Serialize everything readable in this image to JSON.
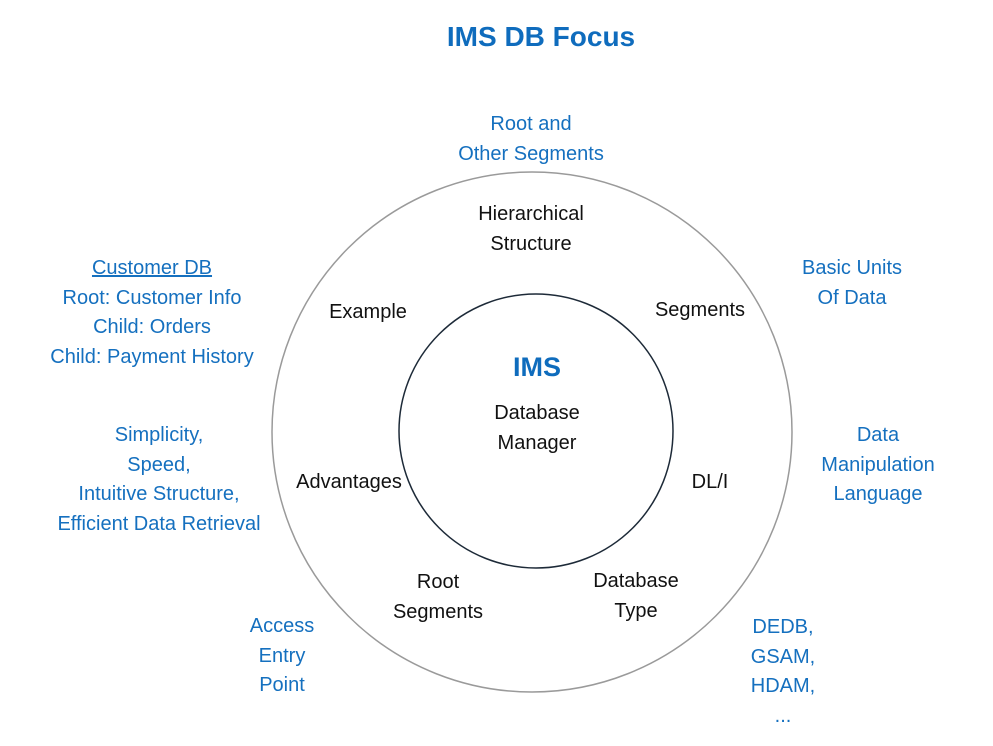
{
  "title": "IMS DB Focus",
  "center": {
    "heading": "IMS",
    "lines": [
      "Database",
      "Manager"
    ]
  },
  "inner_labels": {
    "hierarchical": [
      "Hierarchical",
      "Structure"
    ],
    "segments": [
      "Segments"
    ],
    "dli": [
      "DL/I"
    ],
    "database_type": [
      "Database",
      "Type"
    ],
    "root_segments": [
      "Root",
      "Segments"
    ],
    "advantages": [
      "Advantages"
    ],
    "example": [
      "Example"
    ]
  },
  "outer_labels": {
    "root_other": [
      "Root and",
      "Other Segments"
    ],
    "basic_units": [
      "Basic Units",
      "Of Data"
    ],
    "dml": [
      "Data",
      "Manipulation",
      "Language"
    ],
    "db_types": [
      "DEDB,",
      "GSAM,",
      "HDAM,",
      "..."
    ],
    "access": [
      "Access",
      "Entry",
      "Point"
    ],
    "advantages_list": [
      "Simplicity,",
      "Speed,",
      "Intuitive Structure,",
      "Efficient Data Retrieval"
    ],
    "customer_db": [
      "Customer DB",
      "Root: Customer Info",
      "Child: Orders",
      "Child: Payment History"
    ]
  },
  "colors": {
    "accent": "#0f6cbd",
    "outer_circle": "#9a9a9a",
    "inner_circle": "#1d2a38"
  }
}
